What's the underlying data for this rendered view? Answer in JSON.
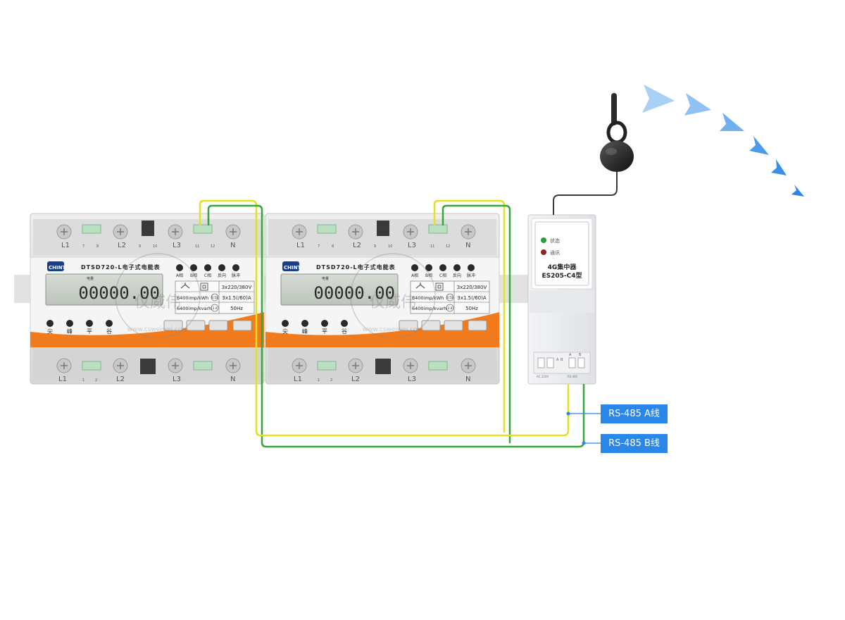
{
  "meters": [
    {
      "brand": "CHINT",
      "model": "DTSD720-L电子式电能表",
      "display": "00000.00",
      "display_caption": "电量",
      "top_terminals": [
        "L1",
        "7",
        "8",
        "L2",
        "9",
        "10",
        "L3",
        "11",
        "12",
        "N"
      ],
      "bottom_terminals": [
        "L1",
        "1",
        "2",
        "L2",
        "L3",
        "N"
      ],
      "indicators": [
        "A相",
        "B相",
        "C相",
        "反向",
        "脉冲"
      ],
      "buttons": [
        "尖",
        "峰",
        "平",
        "谷"
      ],
      "spec": {
        "voltage": "3x220/380V",
        "const_active": "6400imp/kWh",
        "accuracy_active": "0.5S",
        "current": "3x1.5(/60)A",
        "const_reactive": "6400imp/kvarh",
        "accuracy_reactive": "2.0",
        "frequency": "50Hz"
      }
    },
    {
      "brand": "CHINT",
      "model": "DTSD720-L电子式电能表",
      "display": "00000.00",
      "display_caption": "电量",
      "top_terminals": [
        "L1",
        "7",
        "8",
        "L2",
        "9",
        "10",
        "L3",
        "11",
        "12",
        "N"
      ],
      "bottom_terminals": [
        "L1",
        "1",
        "2",
        "L2",
        "L3",
        "N"
      ],
      "indicators": [
        "A相",
        "B相",
        "C相",
        "反向",
        "脉冲"
      ],
      "buttons": [
        "尖",
        "峰",
        "平",
        "谷"
      ],
      "spec": {
        "voltage": "3x220/380V",
        "const_active": "6400imp/kWh",
        "accuracy_active": "0.5S",
        "current": "3x1.5(/60)A",
        "const_reactive": "6400imp/kvarh",
        "accuracy_reactive": "2.0",
        "frequency": "50Hz"
      }
    }
  ],
  "concentrator": {
    "led_status": "状态",
    "led_comm": "通讯",
    "title": "4G集中器",
    "model": "ES205-C4型",
    "terminal_labels": [
      "A",
      "B",
      "A",
      "B"
    ],
    "bottom_labels": [
      "AC 220V",
      "RS-485"
    ]
  },
  "watermark": {
    "name": "仪威伟",
    "site": "www.csweiwei.com"
  },
  "callouts": {
    "a_line": "RS-485 A线",
    "b_line": "RS-485 B线"
  },
  "colors": {
    "wire_a": "#e6e022",
    "wire_b": "#3aa63a",
    "signal": "#2a86e8",
    "meter_accent": "#f07a1c",
    "lcd": "#c9d0c8"
  }
}
